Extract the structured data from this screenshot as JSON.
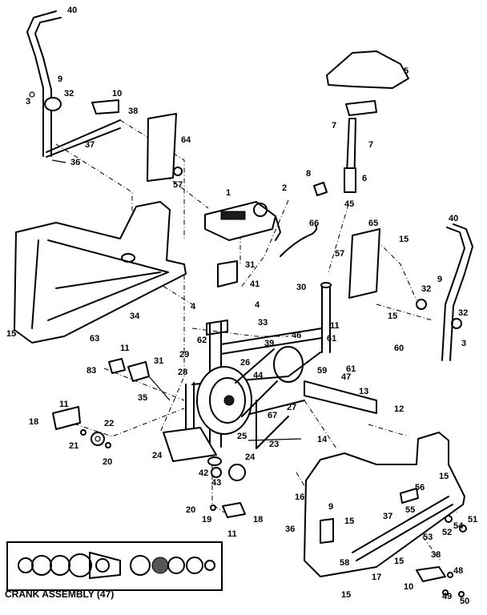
{
  "caption": "CRANK ASSEMBLY (47)",
  "labels": [
    {
      "id": "l40a",
      "text": "40"
    },
    {
      "id": "l9a",
      "text": "9"
    },
    {
      "id": "l3a",
      "text": "3"
    },
    {
      "id": "l32a",
      "text": "32"
    },
    {
      "id": "l10a",
      "text": "10"
    },
    {
      "id": "l38a",
      "text": "38"
    },
    {
      "id": "l37a",
      "text": "37"
    },
    {
      "id": "l36a",
      "text": "36"
    },
    {
      "id": "l64",
      "text": "64"
    },
    {
      "id": "l57a",
      "text": "57"
    },
    {
      "id": "l5",
      "text": "5"
    },
    {
      "id": "l7a",
      "text": "7"
    },
    {
      "id": "l7b",
      "text": "7"
    },
    {
      "id": "l8",
      "text": "8"
    },
    {
      "id": "l6",
      "text": "6"
    },
    {
      "id": "l45",
      "text": "45"
    },
    {
      "id": "l1",
      "text": "1"
    },
    {
      "id": "l2",
      "text": "2"
    },
    {
      "id": "l66",
      "text": "66"
    },
    {
      "id": "l65",
      "text": "65"
    },
    {
      "id": "l15a",
      "text": "15"
    },
    {
      "id": "l57b",
      "text": "57"
    },
    {
      "id": "l40b",
      "text": "40"
    },
    {
      "id": "l9b",
      "text": "9"
    },
    {
      "id": "l31a",
      "text": "31"
    },
    {
      "id": "l41",
      "text": "41"
    },
    {
      "id": "l30",
      "text": "30"
    },
    {
      "id": "l34",
      "text": "34"
    },
    {
      "id": "l15b",
      "text": "15"
    },
    {
      "id": "l4a",
      "text": "4"
    },
    {
      "id": "l4b",
      "text": "4"
    },
    {
      "id": "l15c",
      "text": "15"
    },
    {
      "id": "l32b",
      "text": "32"
    },
    {
      "id": "l32c",
      "text": "32"
    },
    {
      "id": "l3b",
      "text": "3"
    },
    {
      "id": "l33",
      "text": "33"
    },
    {
      "id": "l11a",
      "text": "11"
    },
    {
      "id": "l63",
      "text": "63"
    },
    {
      "id": "l62",
      "text": "62"
    },
    {
      "id": "l46",
      "text": "46"
    },
    {
      "id": "l39",
      "text": "39"
    },
    {
      "id": "l61a",
      "text": "61"
    },
    {
      "id": "l60",
      "text": "60"
    },
    {
      "id": "l11b",
      "text": "11"
    },
    {
      "id": "l83",
      "text": "83"
    },
    {
      "id": "l29",
      "text": "29"
    },
    {
      "id": "l26",
      "text": "26"
    },
    {
      "id": "l59",
      "text": "59"
    },
    {
      "id": "l61b",
      "text": "61"
    },
    {
      "id": "l47",
      "text": "47"
    },
    {
      "id": "l31b",
      "text": "31"
    },
    {
      "id": "l28",
      "text": "28"
    },
    {
      "id": "l44",
      "text": "44"
    },
    {
      "id": "l13",
      "text": "13"
    },
    {
      "id": "l35",
      "text": "35"
    },
    {
      "id": "l11c",
      "text": "11"
    },
    {
      "id": "l27",
      "text": "27"
    },
    {
      "id": "l12",
      "text": "12"
    },
    {
      "id": "l67",
      "text": "67"
    },
    {
      "id": "l18a",
      "text": "18"
    },
    {
      "id": "l22",
      "text": "22"
    },
    {
      "id": "l25",
      "text": "25"
    },
    {
      "id": "l14",
      "text": "14"
    },
    {
      "id": "l21",
      "text": "21"
    },
    {
      "id": "l23",
      "text": "23"
    },
    {
      "id": "l20a",
      "text": "20"
    },
    {
      "id": "l24a",
      "text": "24"
    },
    {
      "id": "l24b",
      "text": "24"
    },
    {
      "id": "l42",
      "text": "42"
    },
    {
      "id": "l43",
      "text": "43"
    },
    {
      "id": "l15d",
      "text": "15"
    },
    {
      "id": "l16",
      "text": "16"
    },
    {
      "id": "l56",
      "text": "56"
    },
    {
      "id": "l20b",
      "text": "20"
    },
    {
      "id": "l9c",
      "text": "9"
    },
    {
      "id": "l55",
      "text": "55"
    },
    {
      "id": "l51",
      "text": "51"
    },
    {
      "id": "l19",
      "text": "19"
    },
    {
      "id": "l18b",
      "text": "18"
    },
    {
      "id": "l37b",
      "text": "37"
    },
    {
      "id": "l54",
      "text": "54"
    },
    {
      "id": "l52",
      "text": "52"
    },
    {
      "id": "l15e",
      "text": "15"
    },
    {
      "id": "l36b",
      "text": "36"
    },
    {
      "id": "l11d",
      "text": "11"
    },
    {
      "id": "l53",
      "text": "53"
    },
    {
      "id": "l58",
      "text": "58"
    },
    {
      "id": "l15f",
      "text": "15"
    },
    {
      "id": "l17",
      "text": "17"
    },
    {
      "id": "l38b",
      "text": "38"
    },
    {
      "id": "l48",
      "text": "48"
    },
    {
      "id": "l10b",
      "text": "10"
    },
    {
      "id": "l49",
      "text": "49"
    },
    {
      "id": "l15g",
      "text": "15"
    },
    {
      "id": "l50",
      "text": "50"
    }
  ]
}
